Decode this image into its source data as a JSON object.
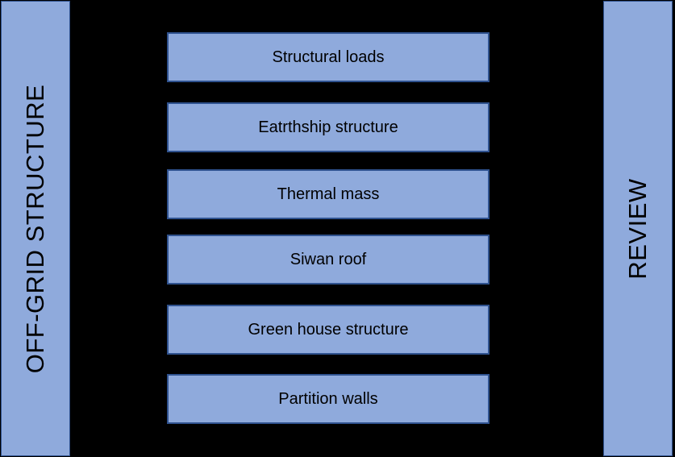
{
  "diagram": {
    "left_panel": {
      "label": "OFF-GRID STRUCTURE"
    },
    "right_panel": {
      "label": "REVIEW"
    },
    "items": [
      {
        "label": "Structural loads"
      },
      {
        "label": "Eatrthship structure"
      },
      {
        "label": "Thermal mass"
      },
      {
        "label": "Siwan roof"
      },
      {
        "label": "Green house structure"
      },
      {
        "label": "Partition walls"
      }
    ]
  },
  "colors": {
    "background": "#000000",
    "box_fill": "#8faadc",
    "box_border": "#2f528f",
    "text": "#000000"
  }
}
